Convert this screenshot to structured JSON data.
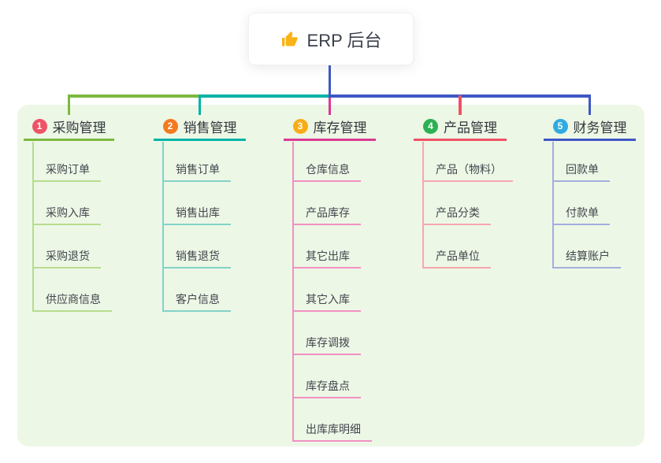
{
  "root": {
    "title": "ERP 后台",
    "icon": "thumbs-up-icon"
  },
  "colors": {
    "canvas_bg": "#ffffff",
    "panel_bg": "#edf7e6",
    "root_stem": "#3f57c5",
    "thumb_icon": "#f9b316",
    "root_text": "#3a3f4b"
  },
  "branches": [
    {
      "badge": "1",
      "label": "采购管理",
      "accent": "#7cb93f",
      "light": "#b7dc8f",
      "badge_color": "#ee5466",
      "children": [
        "采购订单",
        "采购入库",
        "采购退货",
        "供应商信息"
      ]
    },
    {
      "badge": "2",
      "label": "销售管理",
      "accent": "#00b3a6",
      "light": "#82d3c9",
      "badge_color": "#f5791f",
      "children": [
        "销售订单",
        "销售出库",
        "销售退货",
        "客户信息"
      ]
    },
    {
      "badge": "3",
      "label": "库存管理",
      "accent": "#d93a93",
      "light": "#f191c3",
      "badge_color": "#f9ac16",
      "children": [
        "仓库信息",
        "产品库存",
        "其它出库",
        "其它入库",
        "库存调拨",
        "库存盘点",
        "出库库明细"
      ]
    },
    {
      "badge": "4",
      "label": "产品管理",
      "accent": "#ef5164",
      "light": "#f7a6ae",
      "badge_color": "#2cb052",
      "children": [
        "产品（物料）",
        "产品分类",
        "产品单位"
      ]
    },
    {
      "badge": "5",
      "label": "财务管理",
      "accent": "#3f57c5",
      "light": "#a3aede",
      "badge_color": "#2fabdf",
      "children": [
        "回款单",
        "付款单",
        "结算账户"
      ]
    }
  ]
}
